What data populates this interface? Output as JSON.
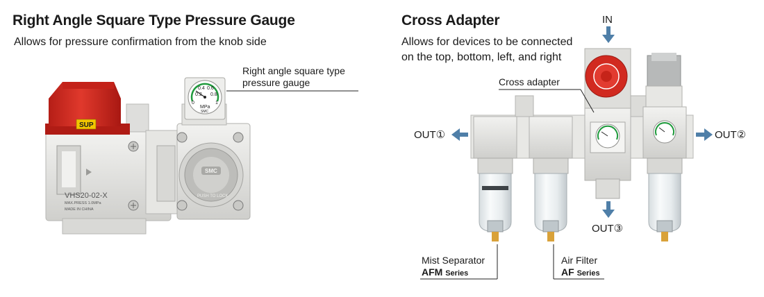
{
  "left": {
    "title": "Right Angle Square Type Pressure Gauge",
    "subtitle": "Allows for pressure confirmation from the knob side",
    "callout": "Right angle square type\npressure gauge",
    "callout_line1": "Right angle square type",
    "callout_line2": "pressure gauge",
    "knob_label": "SUP",
    "gauge_unit": "MPa",
    "gauge_ticks": [
      "0.2",
      "0.4",
      "0.6",
      "0.8",
      "0",
      "1"
    ],
    "gauge_logo": "SMC",
    "body_model": "VHS20-02-X",
    "body_max_press": "MAX.PRESS    1.0MPa",
    "body_made_in": "MADE IN CHINA",
    "cover_logo": "SMC",
    "cover_ring_text": "PUSH TO LOCK"
  },
  "right": {
    "title": "Cross Adapter",
    "subtitle_line1": "Allows for devices to be connected",
    "subtitle_line2": "on the top, bottom, left, and right",
    "port_in": "IN",
    "port_out1": "OUT①",
    "port_out2": "OUT②",
    "port_out3": "OUT③",
    "cross_adapter_label": "Cross adapter",
    "afm_label": "Mist Separator",
    "afm_series_code": "AFM",
    "afm_series_word": "Series",
    "af_label": "Air Filter",
    "af_series_code": "AF",
    "af_series_word": "Series"
  },
  "colors": {
    "knob_red": "#d0281f",
    "arrow_blue": "#4f7fa8",
    "body_gray": "#e4e4e2",
    "callout_line": "#222222"
  }
}
